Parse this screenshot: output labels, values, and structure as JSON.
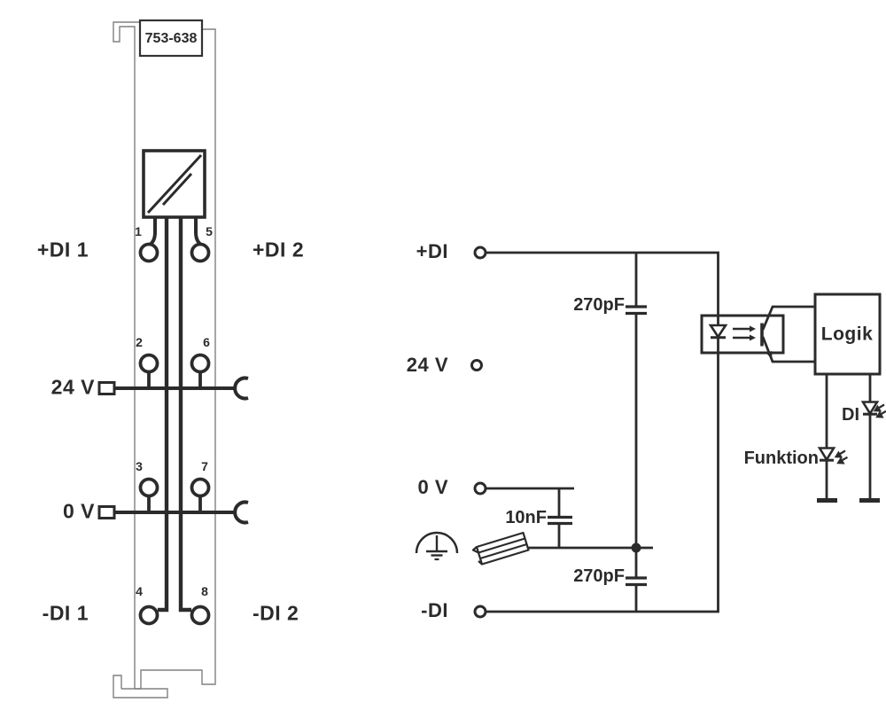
{
  "module": {
    "part_number": "753-638",
    "label_plus_di_1": "+DI 1",
    "label_24v": "24 V",
    "label_0v": "0 V",
    "label_minus_di_1": "-DI 1",
    "label_plus_di_2": "+DI 2",
    "label_minus_di_2": "-DI 2",
    "terminals": [
      "1",
      "5",
      "2",
      "6",
      "3",
      "7",
      "4",
      "8"
    ]
  },
  "schematic": {
    "label_plus_di": "+DI",
    "label_24v": "24 V",
    "label_0v": "0 V",
    "label_minus_di": "-DI",
    "cap_plus_di": "270pF",
    "cap_0v": "10nF",
    "cap_minus_di": "270pF",
    "logic": "Logik",
    "led_di": "DI",
    "led_funktion": "Funktion"
  },
  "icons": [
    "earth-ground-icon",
    "din-rail-icon",
    "led-icon",
    "capacitor-icon",
    "optocoupler-icon",
    "electronics-module-icon"
  ],
  "colors": {
    "line": "#2b2b2b",
    "outline": "#808080",
    "background": "#ffffff"
  }
}
